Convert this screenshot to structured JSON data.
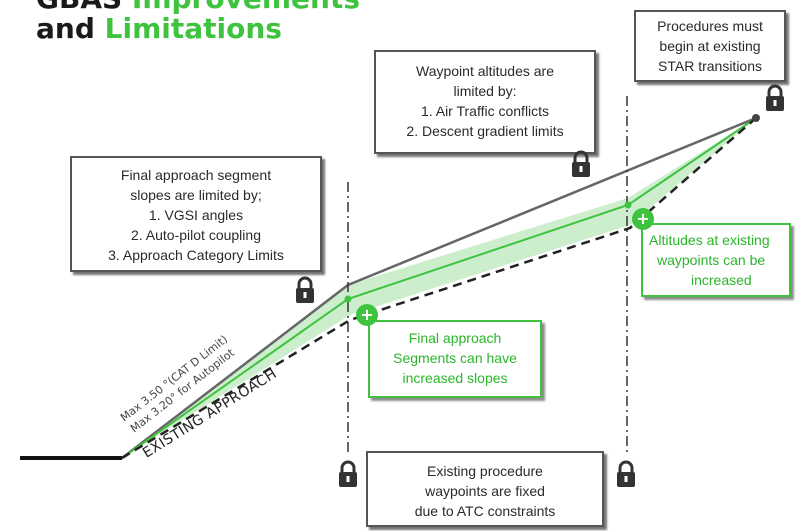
{
  "title": {
    "part1": "GBAS ",
    "part2": "Improvements",
    "part3": "and ",
    "part4": "Limitations"
  },
  "boxes": {
    "star": {
      "lines": [
        "Procedures must",
        "begin at existing",
        "STAR transitions"
      ]
    },
    "waypoint_altitudes": {
      "lines": [
        "Waypoint altitudes are",
        "limited by:",
        "1. Air Traffic conflicts",
        "2. Descent gradient limits"
      ]
    },
    "final_segment": {
      "lines": [
        "Final approach segment",
        "slopes are limited by;",
        "1. VGSI angles",
        "2. Auto-pilot coupling",
        "3. Approach Category Limits"
      ]
    },
    "fixed_waypoints": {
      "lines": [
        "Existing procedure",
        "waypoints are fixed",
        "due to ATC constraints"
      ]
    }
  },
  "green_boxes": {
    "altitudes_increase": {
      "lines": [
        "Altitudes at existing",
        "waypoints can be",
        "increased"
      ]
    },
    "slopes_increase": {
      "lines": [
        "Final approach",
        "Segments can have",
        "increased slopes"
      ]
    }
  },
  "labels": {
    "max_cat_d": "Max 3.50 °(CAT D Limit)",
    "max_autopilot": "Max 3.20° for Autopilot",
    "existing_approach": "EXISTING APPROACH"
  },
  "plus_symbol": "+",
  "colors": {
    "accent_green": "#3fc33f",
    "band_fill": "#cdeecd",
    "dark_line": "#555555",
    "text": "#2a2a2a"
  },
  "icons": {
    "lock": "lock-icon",
    "plus": "plus-circle-icon"
  }
}
